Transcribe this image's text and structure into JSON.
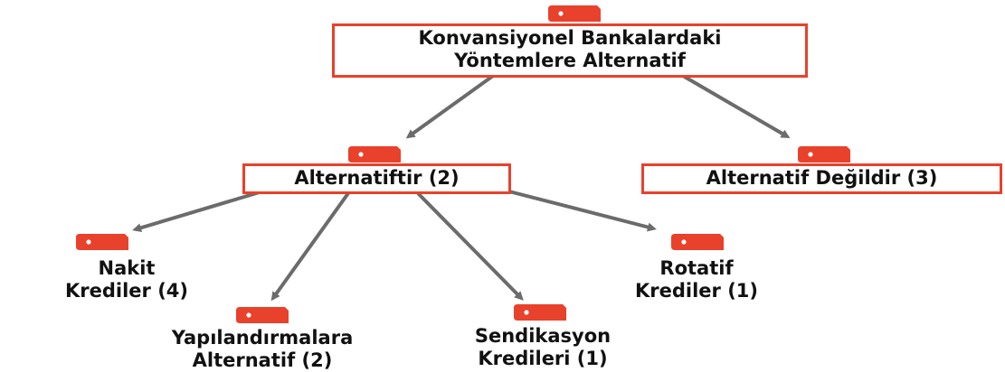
{
  "colors": {
    "accent": "#e8412c",
    "arrow": "#6b6b6b",
    "text": "#111111"
  },
  "icon": "tag-icon",
  "root": {
    "lines": [
      "Konvansiyonel Bankalardaki",
      "Yöntemlere Alternatif"
    ]
  },
  "alt": {
    "lines": [
      "Alternatiftir (2)"
    ]
  },
  "nonalt": {
    "lines": [
      "Alternatif Değildir (3)"
    ]
  },
  "leaves": {
    "nakit": {
      "lines": [
        "Nakit",
        "Krediler (4)"
      ]
    },
    "yapi": {
      "lines": [
        "Yapılandırmalara",
        "Alternatif (2)"
      ]
    },
    "send": {
      "lines": [
        "Sendikasyon",
        "Kredileri (1)"
      ]
    },
    "rota": {
      "lines": [
        "Rotatif",
        "Krediler (1)"
      ]
    }
  }
}
